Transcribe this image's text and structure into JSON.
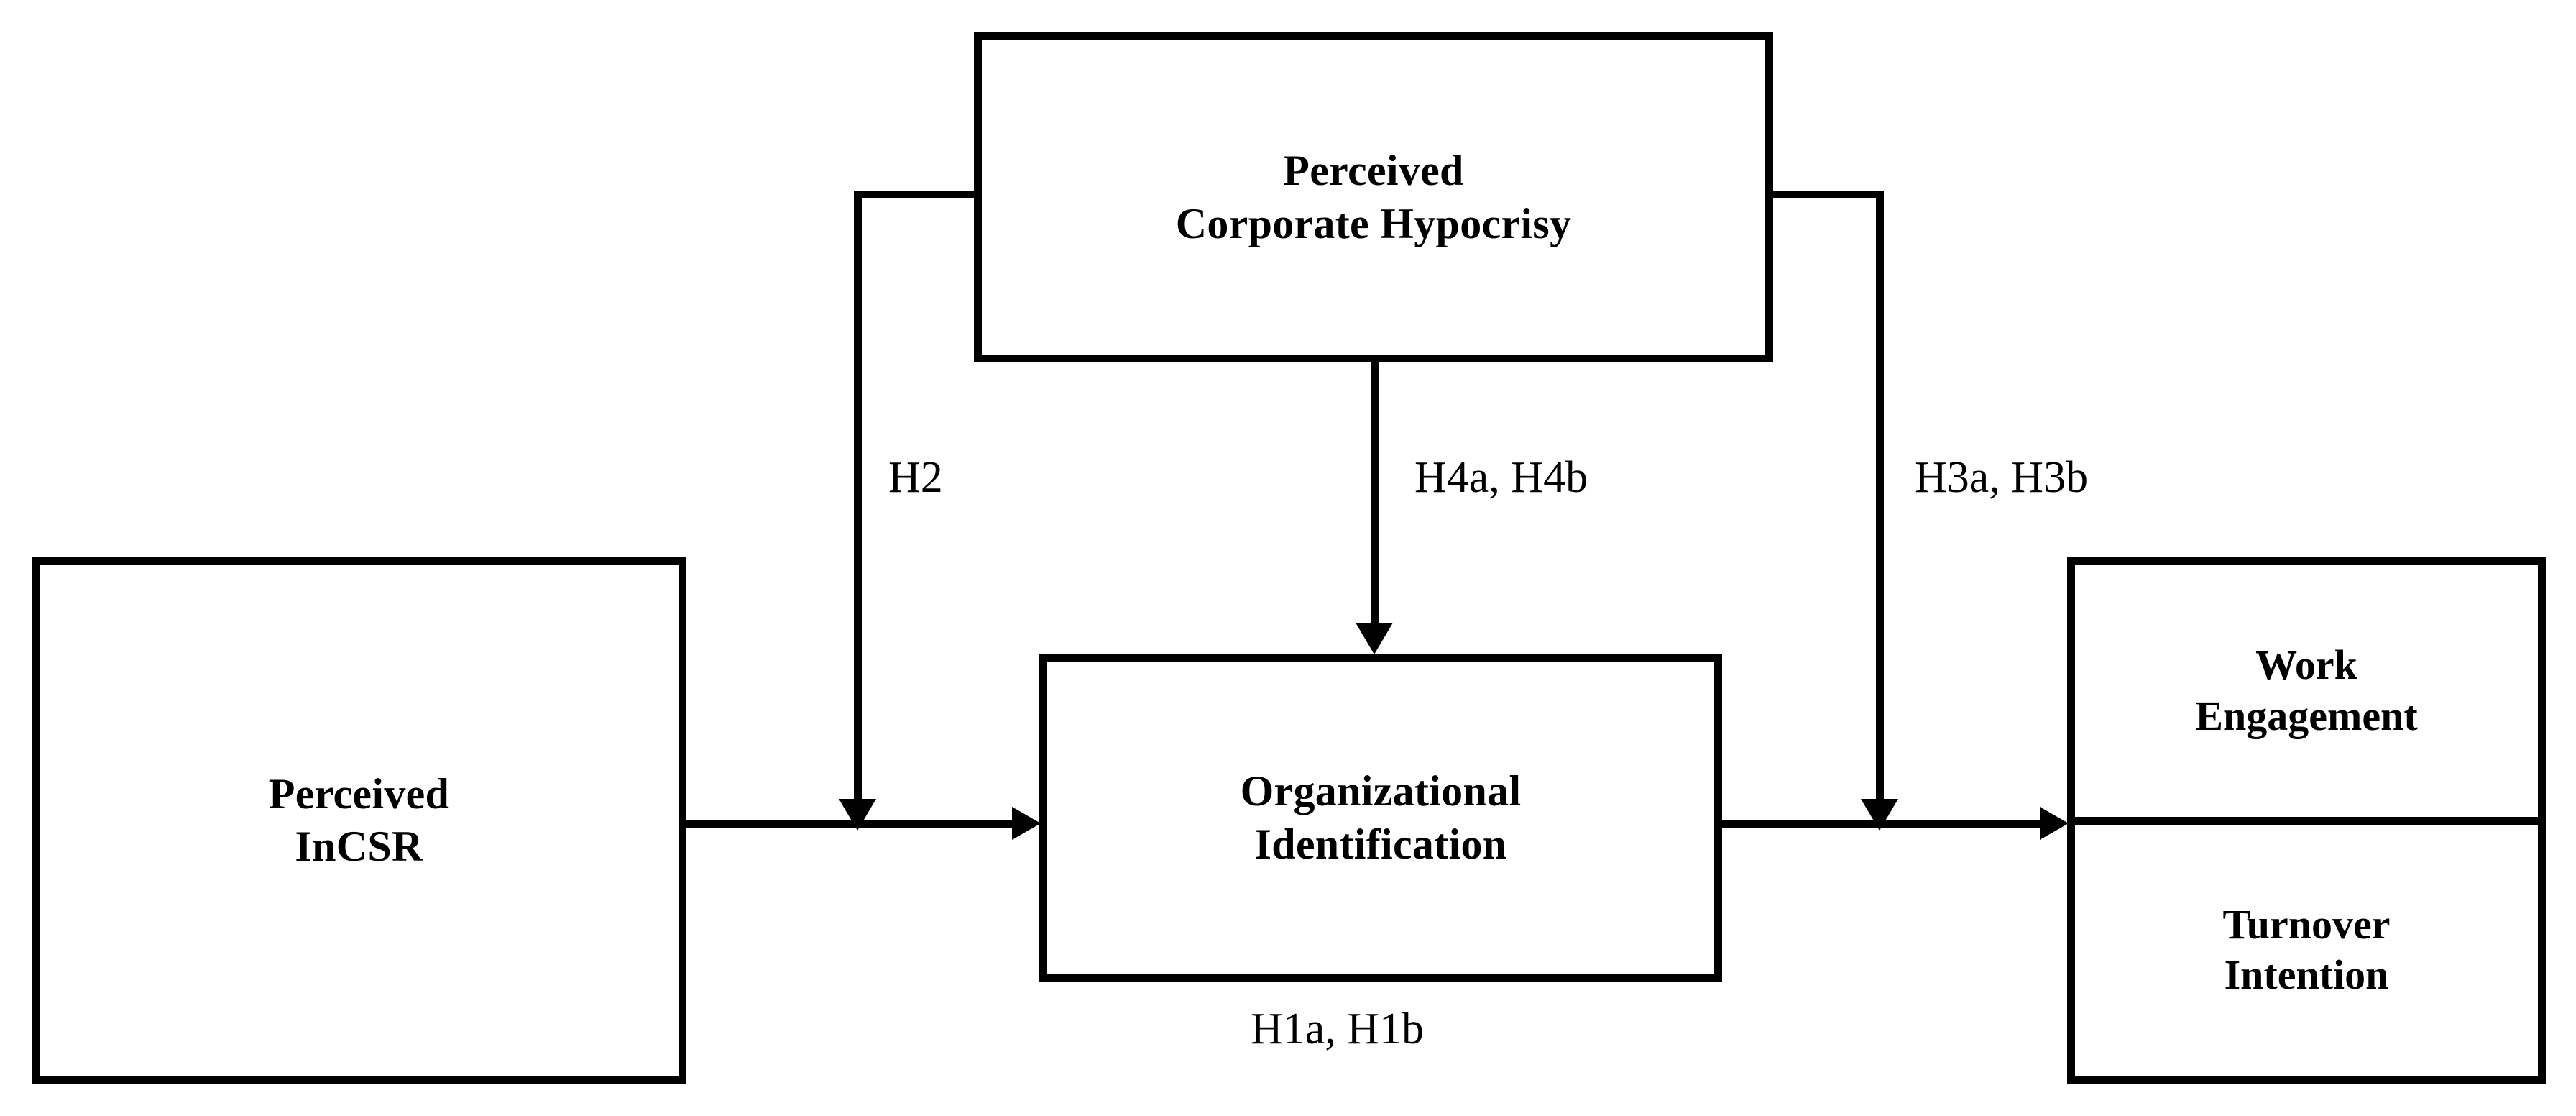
{
  "figure": {
    "type": "conceptual-research-model",
    "background_color": "#ffffff",
    "line_color": "#000000"
  },
  "nodes": {
    "incsr": {
      "label": "Perceived\nInCSR"
    },
    "hypocrisy": {
      "label": "Perceived\nCorporate Hypocrisy"
    },
    "org_identification": {
      "label": "Organizational\nIdentification"
    },
    "work_engagement": {
      "label": "Work\nEngagement"
    },
    "turnover_intention": {
      "label": "Turnover\nIntention"
    }
  },
  "hypotheses": {
    "h1": {
      "label": "H1a, H1b"
    },
    "h2": {
      "label": "H2"
    },
    "h3": {
      "label": "H3a, H3b"
    },
    "h4": {
      "label": "H4a, H4b"
    }
  }
}
